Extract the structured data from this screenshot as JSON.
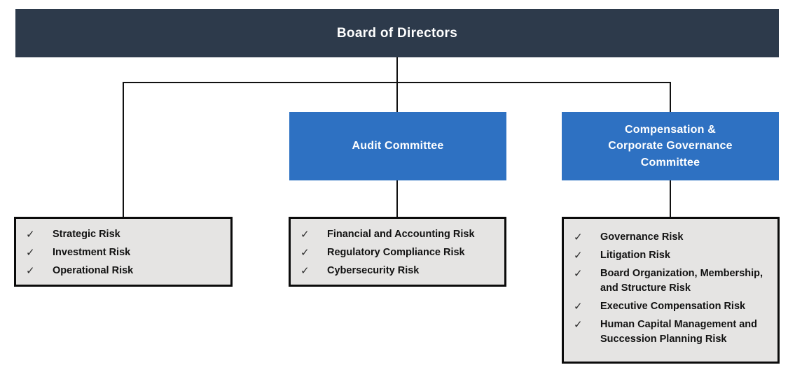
{
  "colors": {
    "header_bg": "#2d3a4b",
    "committee_bg": "#2e71c2",
    "list_bg": "#e5e4e3",
    "list_border": "#0b0b0b",
    "connector": "#111111",
    "text_on_dark": "#ffffff",
    "text_on_light": "#121212"
  },
  "icons": {
    "check": "✓"
  },
  "board": {
    "title": "Board of Directors"
  },
  "board_risks": {
    "items": [
      "Strategic Risk",
      "Investment Risk",
      "Operational Risk"
    ]
  },
  "audit": {
    "title": "Audit Committee",
    "risks": [
      "Financial and Accounting Risk",
      "Regulatory Compliance Risk",
      "Cybersecurity Risk"
    ]
  },
  "compensation": {
    "title": "Compensation & Corporate Governance Committee",
    "risks": [
      "Governance Risk",
      "Litigation Risk",
      "Board Organization, Membership, and Structure Risk",
      "Executive Compensation Risk",
      "Human Capital Management and Succession Planning Risk"
    ]
  }
}
